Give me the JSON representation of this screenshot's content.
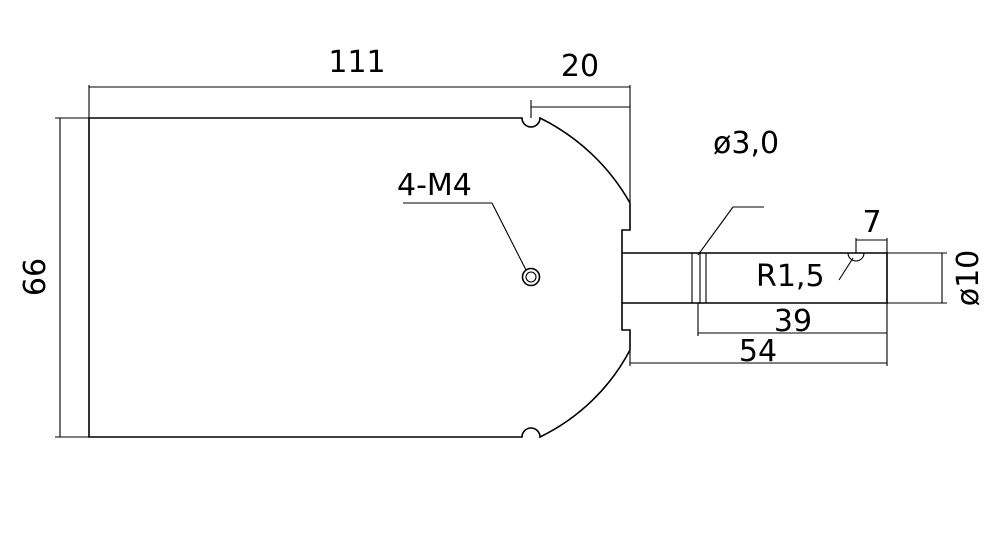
{
  "drawing": {
    "dim_overall_length": "111",
    "dim_arc_offset": "20",
    "dim_height": "66",
    "dim_hole_label": "4-M4",
    "dim_diameter_small": "ø3,0",
    "dim_slot_width": "7",
    "dim_radius": "R1,5",
    "dim_shaft_diameter": "ø10",
    "dim_length_39": "39",
    "dim_length_54": "54"
  },
  "colors": {
    "line": "#000000",
    "background": "#ffffff"
  }
}
